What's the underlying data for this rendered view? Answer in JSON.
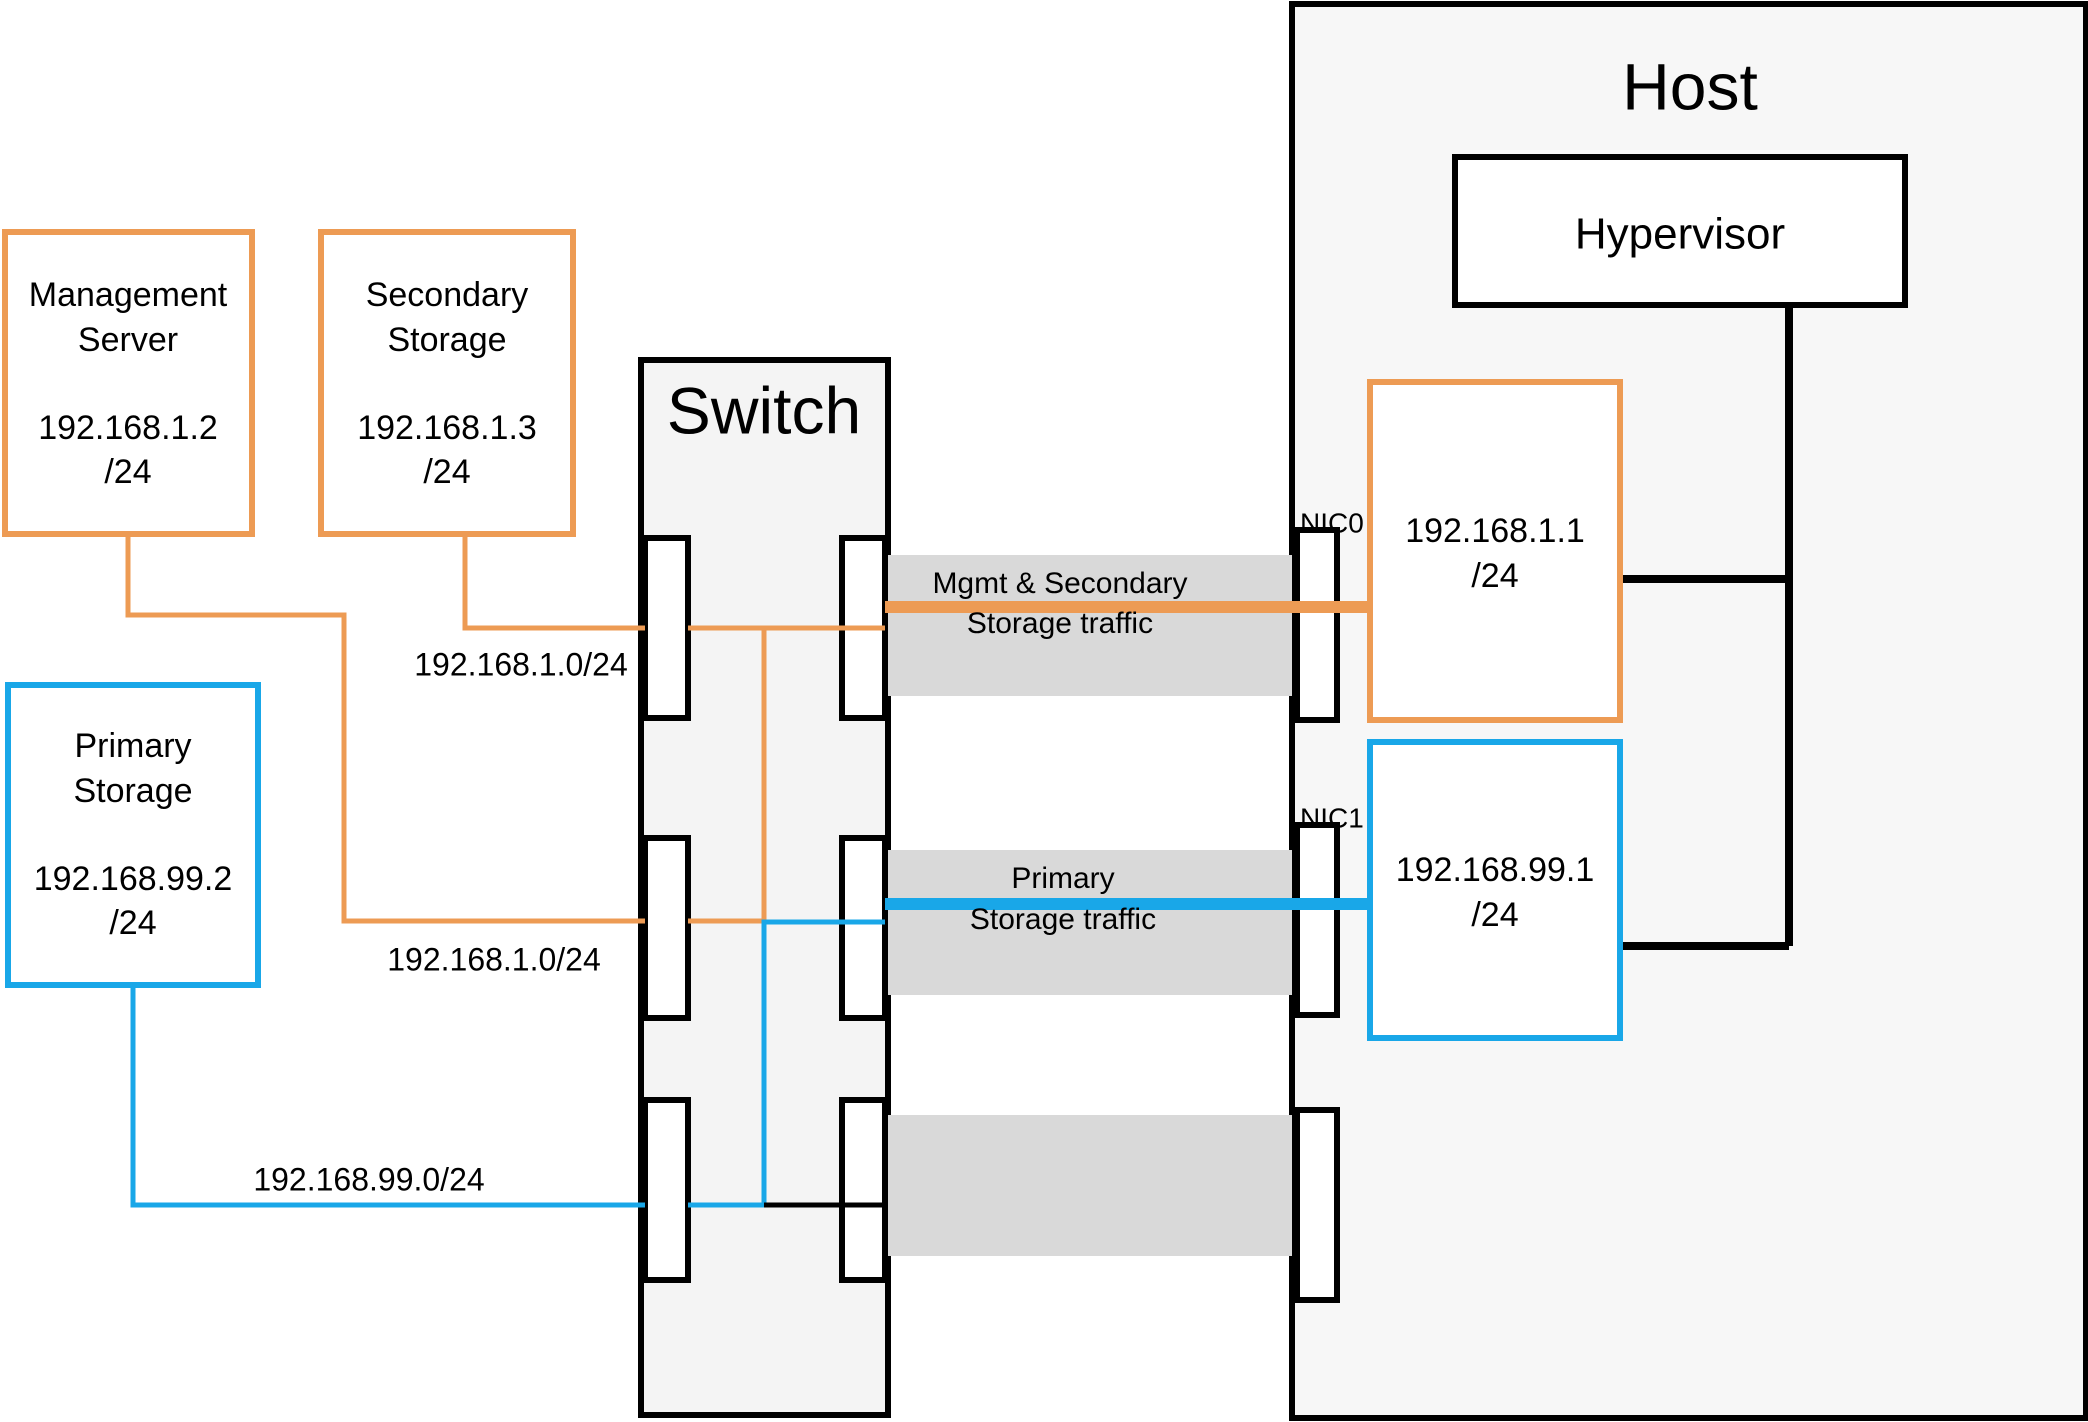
{
  "diagram": {
    "title": "CloudStack basic network topology with switch and host",
    "colors": {
      "orange": "#ED9B54",
      "blue": "#19A7E8",
      "black": "#000000",
      "band_gray": "#D9D9D9",
      "panel_gray": "#F2F2F2",
      "white": "#FFFFFF"
    }
  },
  "nodes": {
    "management_server": {
      "name": "management-server",
      "line1": "Management",
      "line2": "Server",
      "ip": "192.168.1.2",
      "mask": "/24",
      "border_color": "#ED9B54"
    },
    "secondary_storage": {
      "name": "secondary-storage",
      "line1": "Secondary",
      "line2": "Storage",
      "ip": "192.168.1.3",
      "mask": "/24",
      "border_color": "#ED9B54"
    },
    "primary_storage": {
      "name": "primary-storage",
      "line1": "Primary",
      "line2": "Storage",
      "ip": "192.168.99.2",
      "mask": "/24",
      "border_color": "#19A7E8"
    },
    "switch": {
      "name": "switch",
      "label": "Switch"
    },
    "host": {
      "name": "host",
      "label": "Host"
    },
    "hypervisor": {
      "name": "hypervisor",
      "label": "Hypervisor"
    },
    "host_nic0_iface": {
      "name": "host-nic0-interface",
      "ip": "192.168.1.1",
      "mask": "/24",
      "border_color": "#ED9B54"
    },
    "host_nic1_iface": {
      "name": "host-nic1-interface",
      "ip": "192.168.99.1",
      "mask": "/24",
      "border_color": "#19A7E8"
    }
  },
  "nics": [
    {
      "label": "NIC0"
    },
    {
      "label": "NIC1"
    }
  ],
  "traffic_bands": [
    {
      "name": "mgmt-secondary-traffic",
      "line1": "Mgmt & Secondary",
      "line2": "Storage traffic",
      "color": "#ED9B54"
    },
    {
      "name": "primary-traffic",
      "line1": "Primary",
      "line2": "Storage traffic",
      "color": "#19A7E8"
    },
    {
      "name": "unlabeled-traffic",
      "line1": "",
      "line2": "",
      "color": ""
    }
  ],
  "link_labels": [
    {
      "name": "link-label-mgmt-subnet-top",
      "text": "192.168.1.0/24",
      "color": "#000000"
    },
    {
      "name": "link-label-mgmt-subnet-bottom",
      "text": "192.168.1.0/24",
      "color": "#000000"
    },
    {
      "name": "link-label-storage-subnet",
      "text": "192.168.99.0/24",
      "color": "#000000"
    }
  ]
}
